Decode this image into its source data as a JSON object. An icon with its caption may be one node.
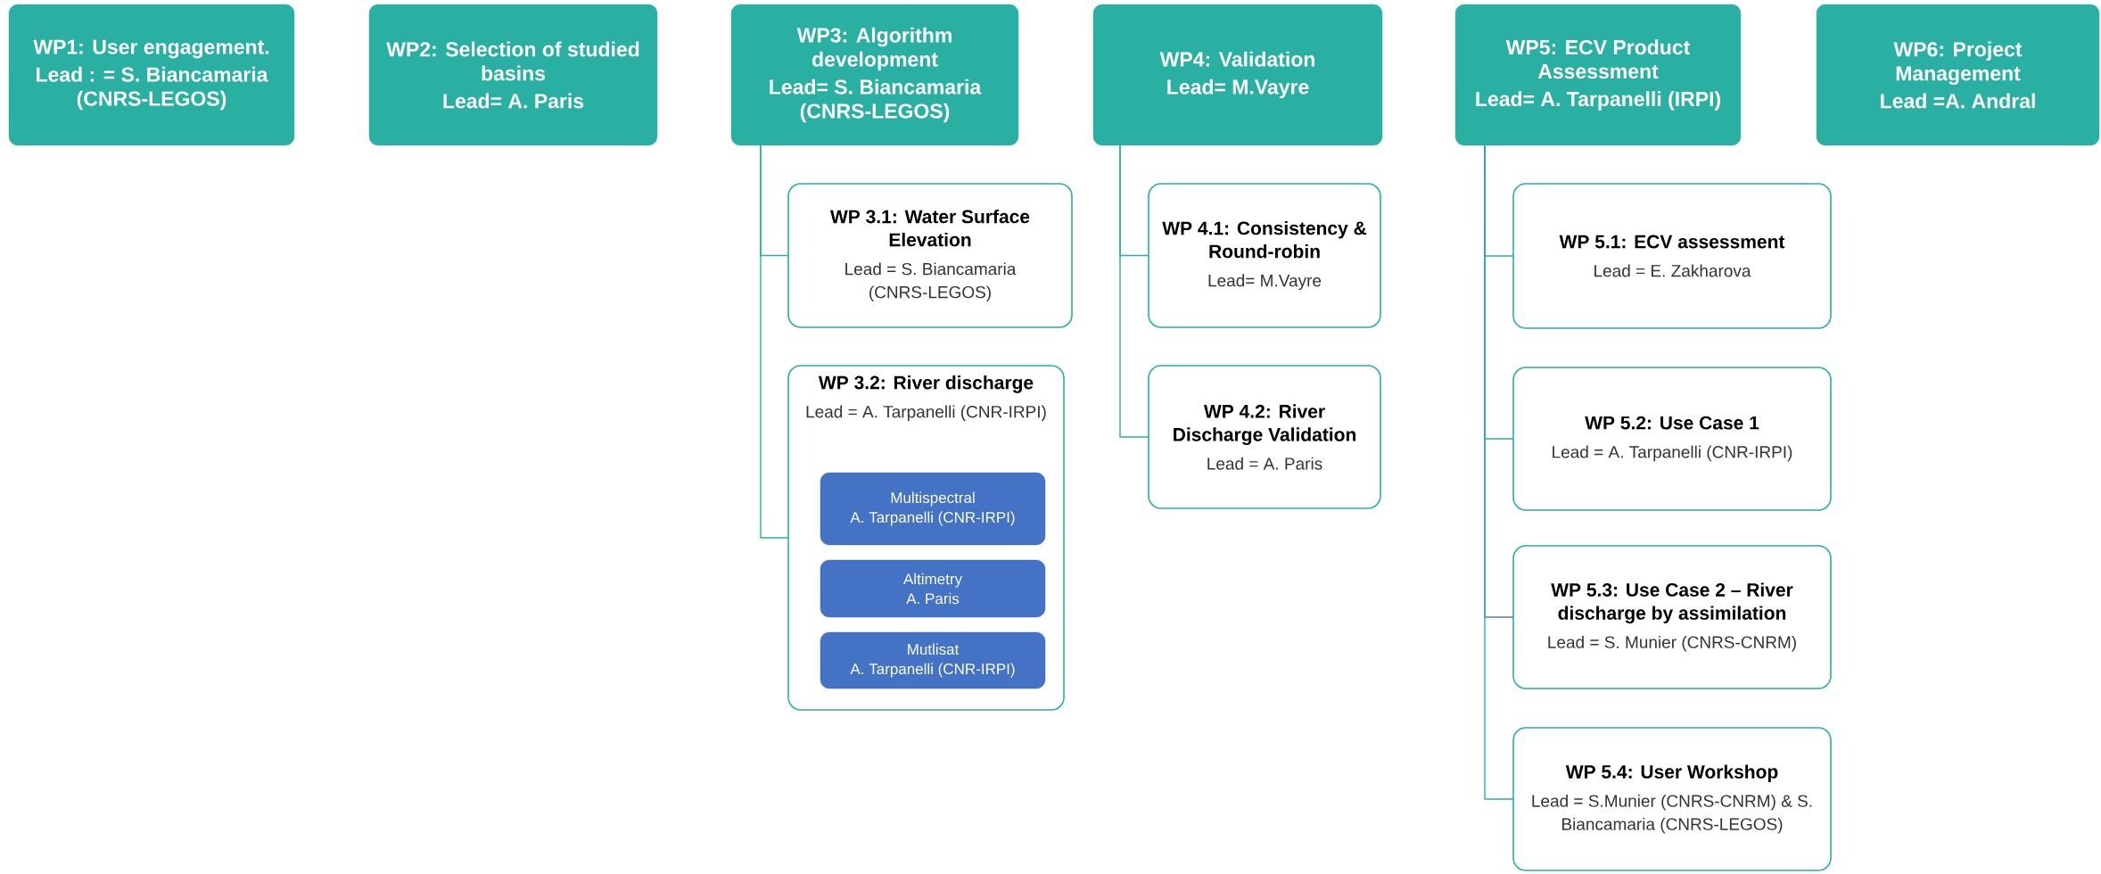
{
  "diagram": {
    "nodes": [
      {
        "text": [
          "WP1: User engagement.",
          "Lead : = S. Biancamaria (CNRS-LEGOS)"
        ]
      },
      {
        "text": [
          "WP2: Selection of studied basins",
          "Lead= A. Paris"
        ]
      },
      {
        "text": [
          "WP3: Algorithm development",
          "Lead= S. Biancamaria (CNRS-LEGOS)"
        ]
      },
      {
        "text": [
          "WP4: Validation",
          "Lead= M.Vayre"
        ]
      },
      {
        "text": [
          "WP5: ECV Product Assessment",
          "Lead= A. Tarpanelli (IRPI)"
        ]
      },
      {
        "text": [
          "WP6: Project Management",
          "Lead =A. Andral"
        ]
      },
      {
        "text": [
          "WP 3.1: Water Surface Elevation",
          "Lead = S. Biancamaria (CNRS-LEGOS)"
        ]
      },
      {
        "text": [
          "WP 3.2: River discharge",
          "Lead = A. Tarpanelli (CNR-IRPI)"
        ]
      },
      {
        "text": [
          "Multispectral",
          "A. Tarpanelli (CNR-IRPI)"
        ],
        "in": 7
      },
      {
        "text": [
          "Altimetry",
          "A. Paris"
        ],
        "in": 7
      },
      {
        "text": [
          "Mutlisat",
          "A. Tarpanelli (CNR-IRPI)"
        ],
        "in": 7
      },
      {
        "text": [
          "WP 4.1: Consistency & Round-robin",
          "Lead= M.Vayre"
        ]
      },
      {
        "text": [
          "WP 4.2: River Discharge Validation",
          "Lead = A. Paris"
        ]
      },
      {
        "text": [
          "WP 5.1: ECV assessment",
          "Lead = E. Zakharova"
        ]
      },
      {
        "text": [
          "WP 5.2: Use Case 1",
          "Lead = A. Tarpanelli (CNR-IRPI)"
        ]
      },
      {
        "text": [
          "WP 5.3: Use Case 2 – River discharge by assimilation",
          "Lead = S. Munier (CNRS-CNRM)"
        ]
      },
      {
        "text": [
          "WP 5.4: User Workshop",
          "Lead = S.Munier (CNRS-CNRM) & S. Biancamaria (CNRS-LEGOS)"
        ]
      }
    ],
    "edges": [
      {
        "from": 2,
        "to": 6,
        "arrow": "none"
      },
      {
        "from": 2,
        "to": 7,
        "arrow": "none"
      },
      {
        "from": 3,
        "to": 11,
        "arrow": "none"
      },
      {
        "from": 3,
        "to": 12,
        "arrow": "none"
      },
      {
        "from": 4,
        "to": 13,
        "arrow": "none"
      },
      {
        "from": 4,
        "to": 14,
        "arrow": "none"
      },
      {
        "from": 4,
        "to": 15,
        "arrow": "none",
        "color": "#5a78c8"
      },
      {
        "from": 4,
        "to": 16,
        "arrow": "none"
      }
    ]
  }
}
